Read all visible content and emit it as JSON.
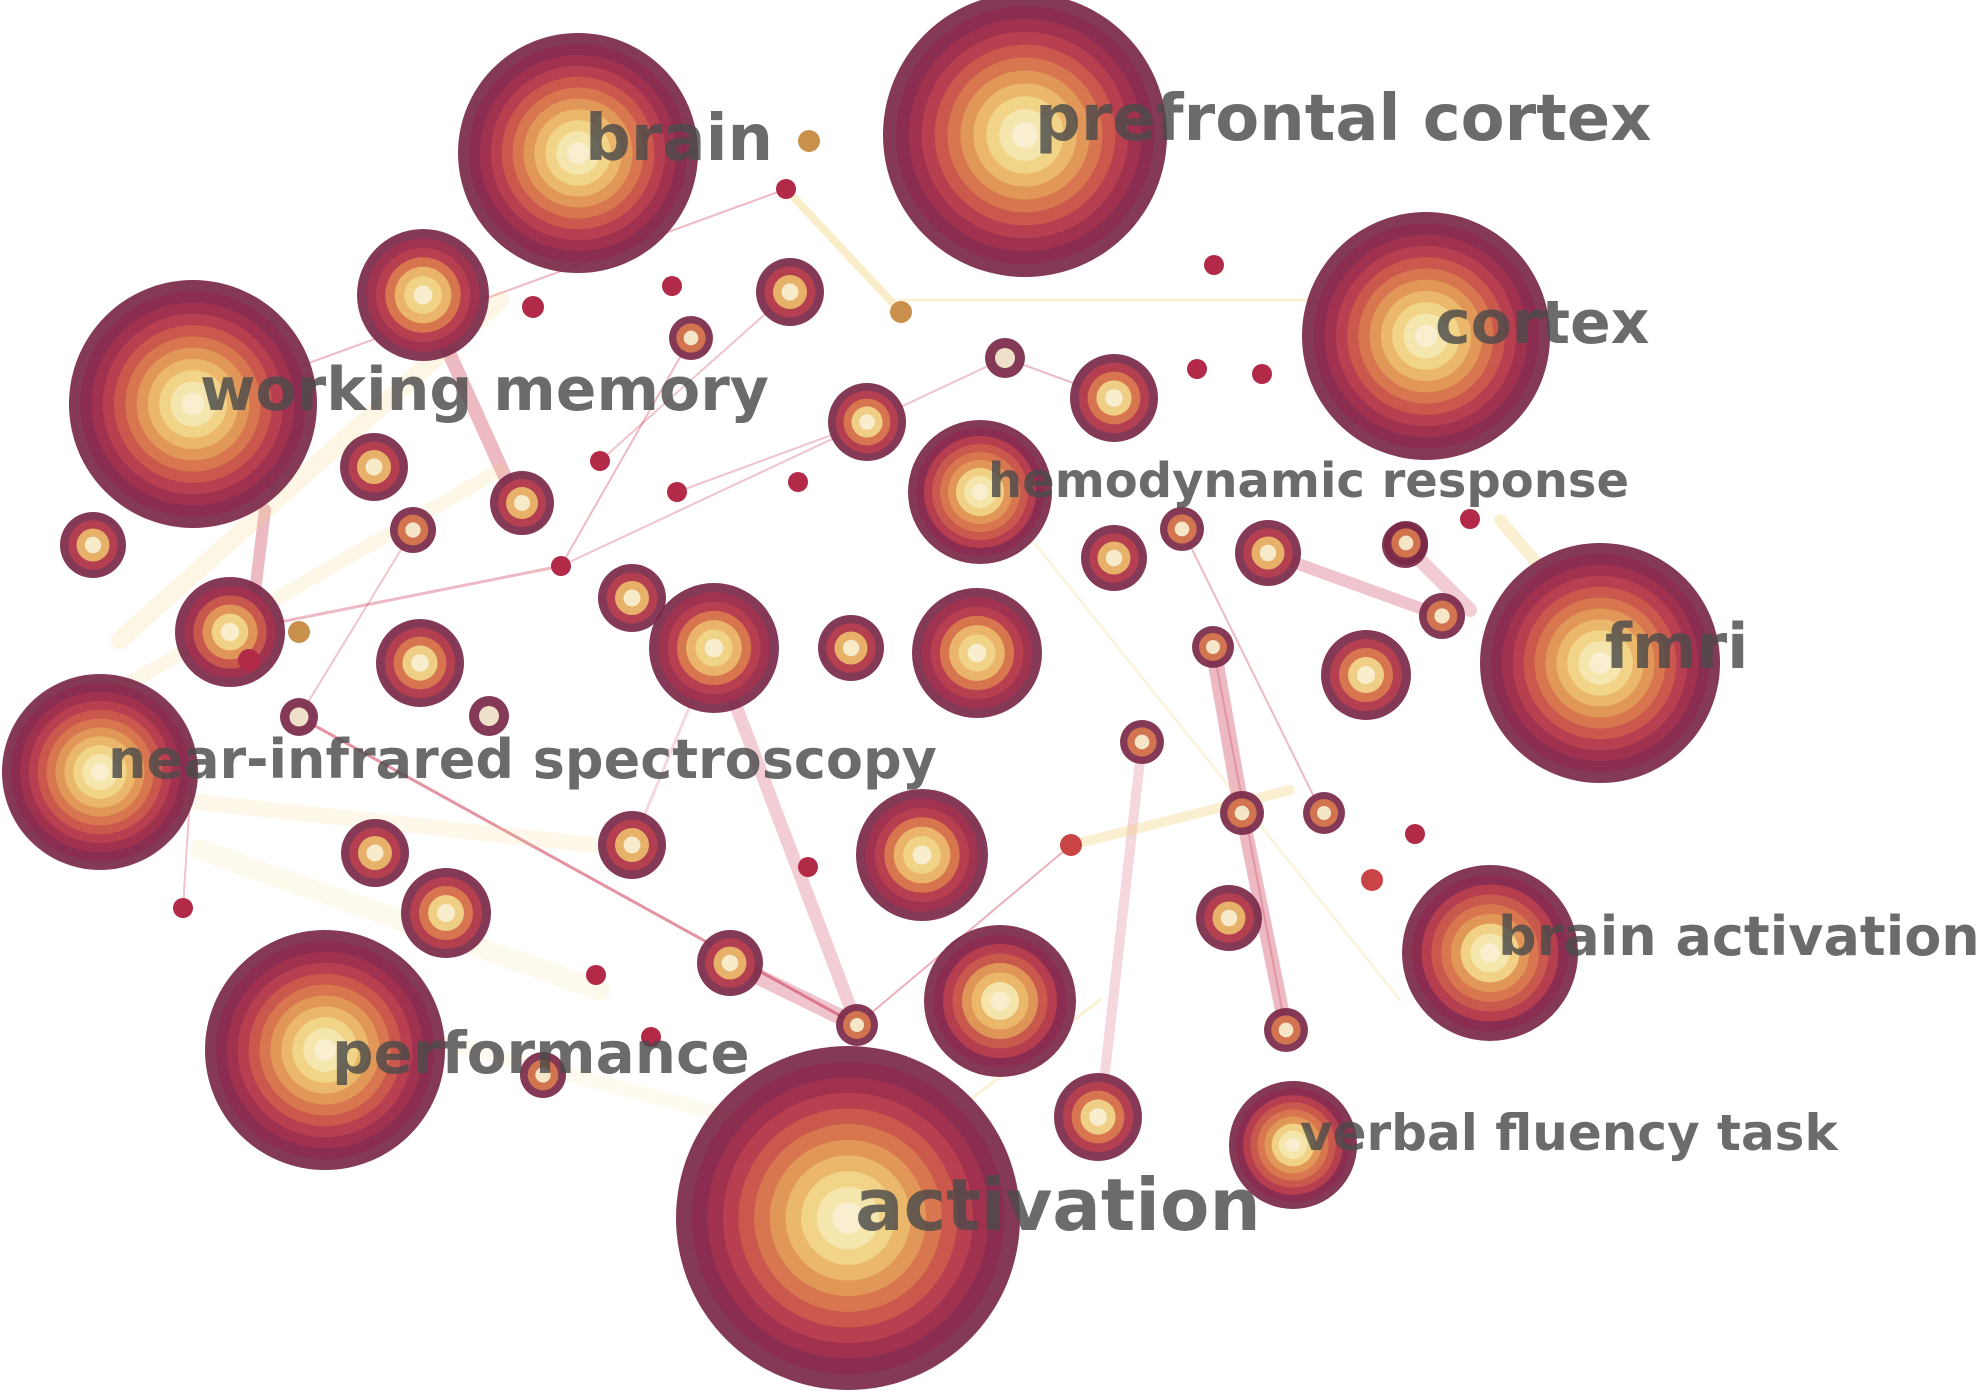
{
  "diagram": {
    "type": "keyword co-occurrence network",
    "colors": {
      "ring_outer": "#7a2848",
      "ring_sequence": [
        "#7a2848",
        "#8c2c50",
        "#a2334f",
        "#b8404f",
        "#cb5a4d",
        "#d9794f",
        "#e29a59",
        "#ebbb6c",
        "#f1d68a",
        "#f5e7b0",
        "#f8f0d2"
      ],
      "edge_red": "#cc3a55",
      "edge_yellow": "#f3d27a",
      "label": "#4a4a4a"
    },
    "keywords": [
      {
        "id": "prefrontal-cortex",
        "label": "prefrontal cortex",
        "rings": 11
      },
      {
        "id": "activation",
        "label": "activation",
        "rings": 11
      },
      {
        "id": "brain",
        "label": "brain",
        "rings": 11
      },
      {
        "id": "working-memory",
        "label": "working memory",
        "rings": 11
      },
      {
        "id": "cortex",
        "label": "cortex",
        "rings": 11
      },
      {
        "id": "fmri",
        "label": "fmri",
        "rings": 11
      },
      {
        "id": "near-infrared-spectroscopy",
        "label": "near-infrared spectroscopy",
        "rings": 11
      },
      {
        "id": "performance",
        "label": "performance",
        "rings": 11
      },
      {
        "id": "hemodynamic-response",
        "label": "hemodynamic response",
        "rings": 9
      },
      {
        "id": "brain-activation",
        "label": "brain activation",
        "rings": 9
      },
      {
        "id": "verbal-fluency-task",
        "label": "verbal fluency task",
        "rings": 9
      }
    ]
  }
}
